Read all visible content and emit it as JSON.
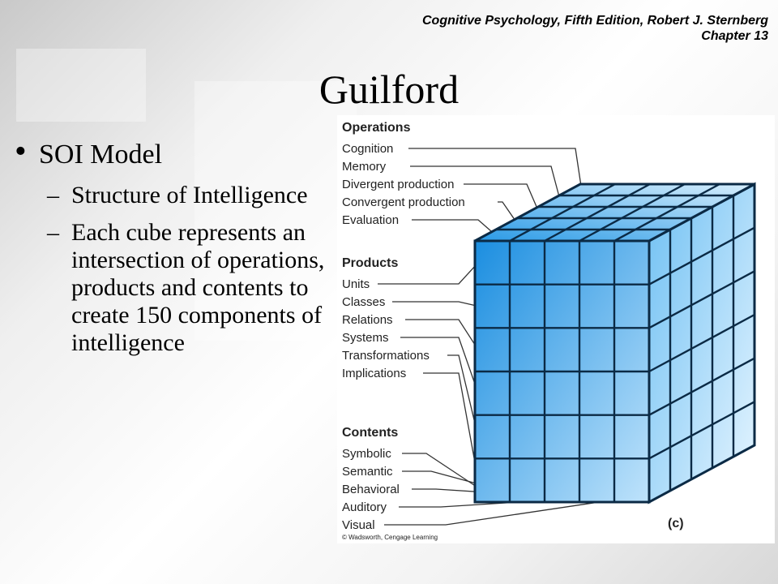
{
  "header": {
    "line1": "Cognitive Psychology, Fifth Edition, Robert J. Sternberg",
    "line2": "Chapter 13"
  },
  "slide": {
    "title": "Guilford",
    "bullet": "SOI Model",
    "subbullets": [
      "Structure of Intelligence",
      "Each cube represents an intersection of operations, products and contents to create 150 components of intelligence"
    ]
  },
  "figure": {
    "operations_heading": "Operations",
    "operations": [
      "Cognition",
      "Memory",
      "Divergent production",
      "Convergent production",
      "Evaluation"
    ],
    "products_heading": "Products",
    "products": [
      "Units",
      "Classes",
      "Relations",
      "Systems",
      "Transformations",
      "Implications"
    ],
    "contents_heading": "Contents",
    "contents": [
      "Symbolic",
      "Semantic",
      "Behavioral",
      "Auditory",
      "Visual"
    ],
    "panel_label": "(c)",
    "copyright": "© Wadsworth, Cengage Learning",
    "cube_color": "#1e90e0"
  }
}
